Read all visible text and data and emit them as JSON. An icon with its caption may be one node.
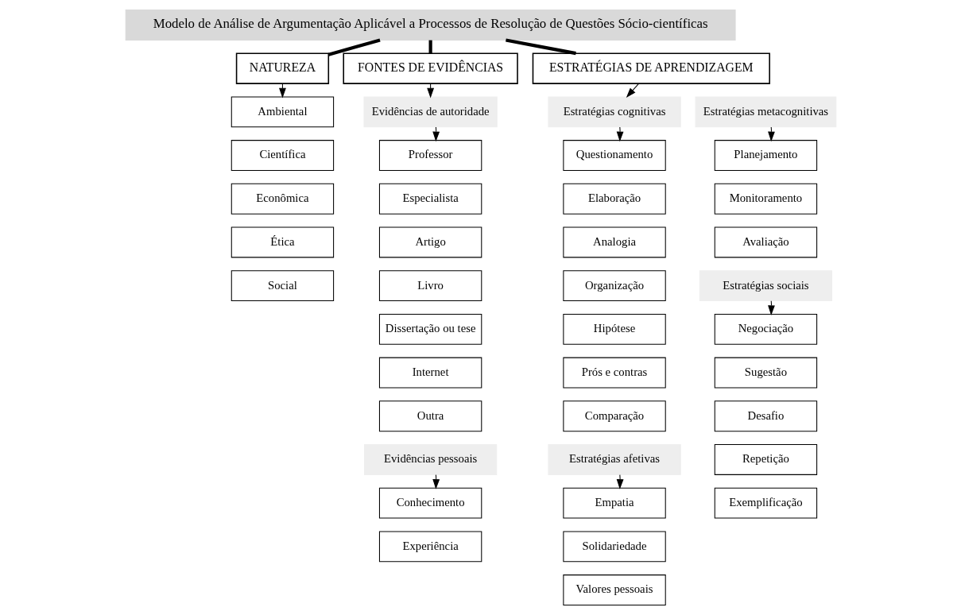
{
  "diagram": {
    "nodes": [
      {
        "text": [
          "Modelo de Análise de Argumentação Aplicável a Processos de Resolução de Questões Sócio-científicas"
        ]
      },
      {
        "text": [
          "NATUREZA"
        ]
      },
      {
        "text": [
          "FONTES DE EVIDÊNCIAS"
        ]
      },
      {
        "text": [
          "ESTRATÉGIAS DE APRENDIZAGEM"
        ]
      },
      {
        "text": [
          "Ambiental"
        ]
      },
      {
        "text": [
          "Científica"
        ]
      },
      {
        "text": [
          "Econômica"
        ]
      },
      {
        "text": [
          "Ética"
        ]
      },
      {
        "text": [
          "Social"
        ]
      },
      {
        "text": [
          "Evidências de autoridade"
        ]
      },
      {
        "text": [
          "Professor"
        ]
      },
      {
        "text": [
          "Especialista"
        ]
      },
      {
        "text": [
          "Artigo"
        ]
      },
      {
        "text": [
          "Livro"
        ]
      },
      {
        "text": [
          "Dissertação ou tese"
        ]
      },
      {
        "text": [
          "Internet"
        ]
      },
      {
        "text": [
          "Outra"
        ]
      },
      {
        "text": [
          "Evidências pessoais"
        ]
      },
      {
        "text": [
          "Conhecimento"
        ]
      },
      {
        "text": [
          "Experiência"
        ]
      },
      {
        "text": [
          "Estratégias cognitivas"
        ]
      },
      {
        "text": [
          "Questionamento"
        ]
      },
      {
        "text": [
          "Elaboração"
        ]
      },
      {
        "text": [
          "Analogia"
        ]
      },
      {
        "text": [
          "Organização"
        ]
      },
      {
        "text": [
          "Hipótese"
        ]
      },
      {
        "text": [
          "Prós e contras"
        ]
      },
      {
        "text": [
          "Comparação"
        ]
      },
      {
        "text": [
          "Estratégias afetivas"
        ]
      },
      {
        "text": [
          "Empatia"
        ]
      },
      {
        "text": [
          "Solidariedade"
        ]
      },
      {
        "text": [
          "Valores pessoais"
        ]
      },
      {
        "text": [
          "Estratégias metacognitivas"
        ]
      },
      {
        "text": [
          "Planejamento"
        ]
      },
      {
        "text": [
          "Monitoramento"
        ]
      },
      {
        "text": [
          "Avaliação"
        ]
      },
      {
        "text": [
          "Estratégias sociais"
        ]
      },
      {
        "text": [
          "Negociação"
        ]
      },
      {
        "text": [
          "Sugestão"
        ]
      },
      {
        "text": [
          "Desafio"
        ]
      },
      {
        "text": [
          "Repetição"
        ]
      },
      {
        "text": [
          "Exemplificação"
        ]
      }
    ],
    "edges": [
      {
        "from": 0,
        "to": 1,
        "arrow": "none",
        "style": "thick"
      },
      {
        "from": 0,
        "to": 2,
        "arrow": "none",
        "style": "thick"
      },
      {
        "from": 0,
        "to": 3,
        "arrow": "none",
        "style": "thick"
      },
      {
        "from": 1,
        "to": 4,
        "arrow": "to"
      },
      {
        "from": 2,
        "to": 9,
        "arrow": "to"
      },
      {
        "from": 9,
        "to": 10,
        "arrow": "to"
      },
      {
        "from": 17,
        "to": 18,
        "arrow": "to"
      },
      {
        "from": 3,
        "to": 20,
        "arrow": "to"
      },
      {
        "from": 20,
        "to": 21,
        "arrow": "to"
      },
      {
        "from": 28,
        "to": 29,
        "arrow": "to"
      },
      {
        "from": 32,
        "to": 33,
        "arrow": "to"
      },
      {
        "from": 36,
        "to": 37,
        "arrow": "to"
      }
    ]
  }
}
